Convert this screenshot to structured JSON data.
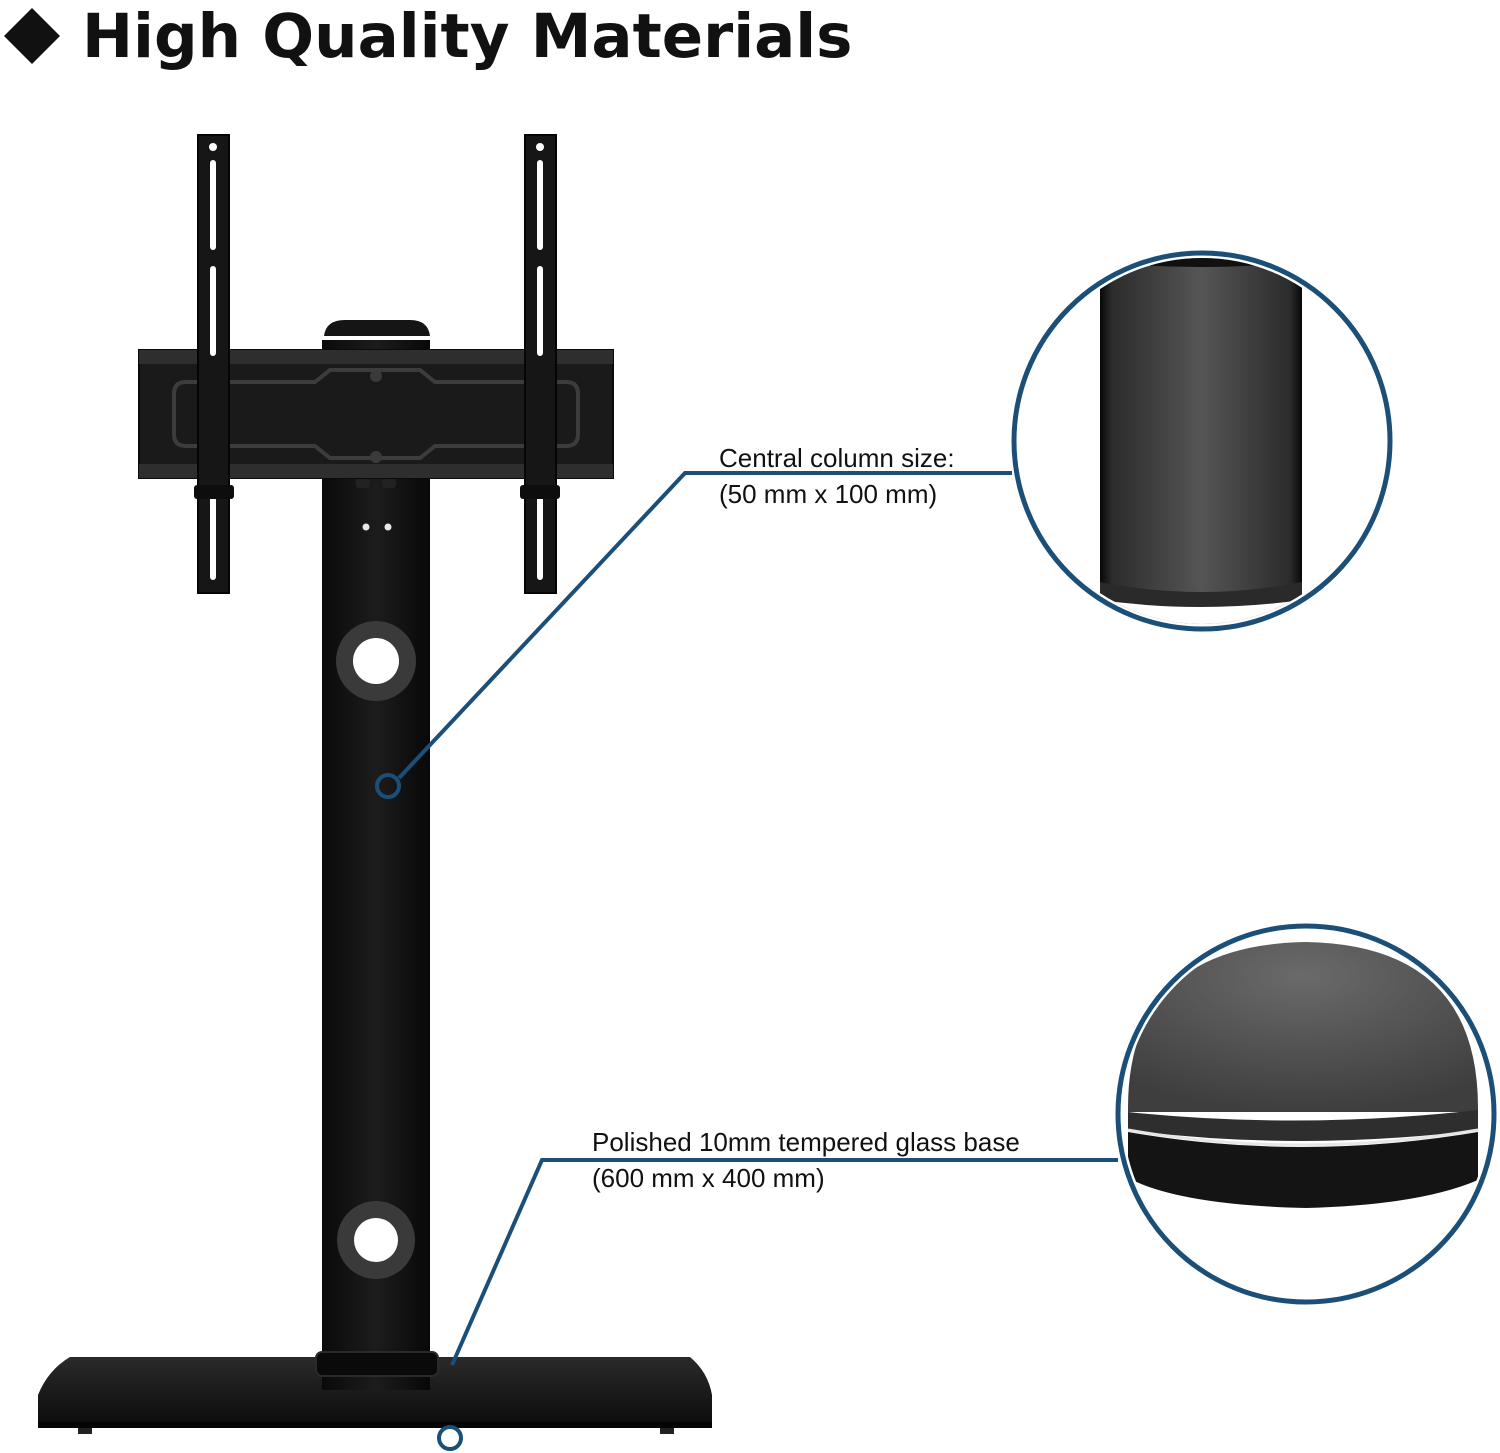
{
  "heading": {
    "text": "High Quality Materials",
    "bullet_icon": "diamond-icon"
  },
  "callouts": {
    "column": {
      "line1": "Central column size:",
      "line2": "(50 mm x 100 mm)"
    },
    "base": {
      "line1": "Polished 10mm tempered glass base",
      "line2": "(600 mm x 400 mm)"
    }
  },
  "colors": {
    "accent": "#1b4f77",
    "product": "#121212",
    "text": "#111111"
  }
}
